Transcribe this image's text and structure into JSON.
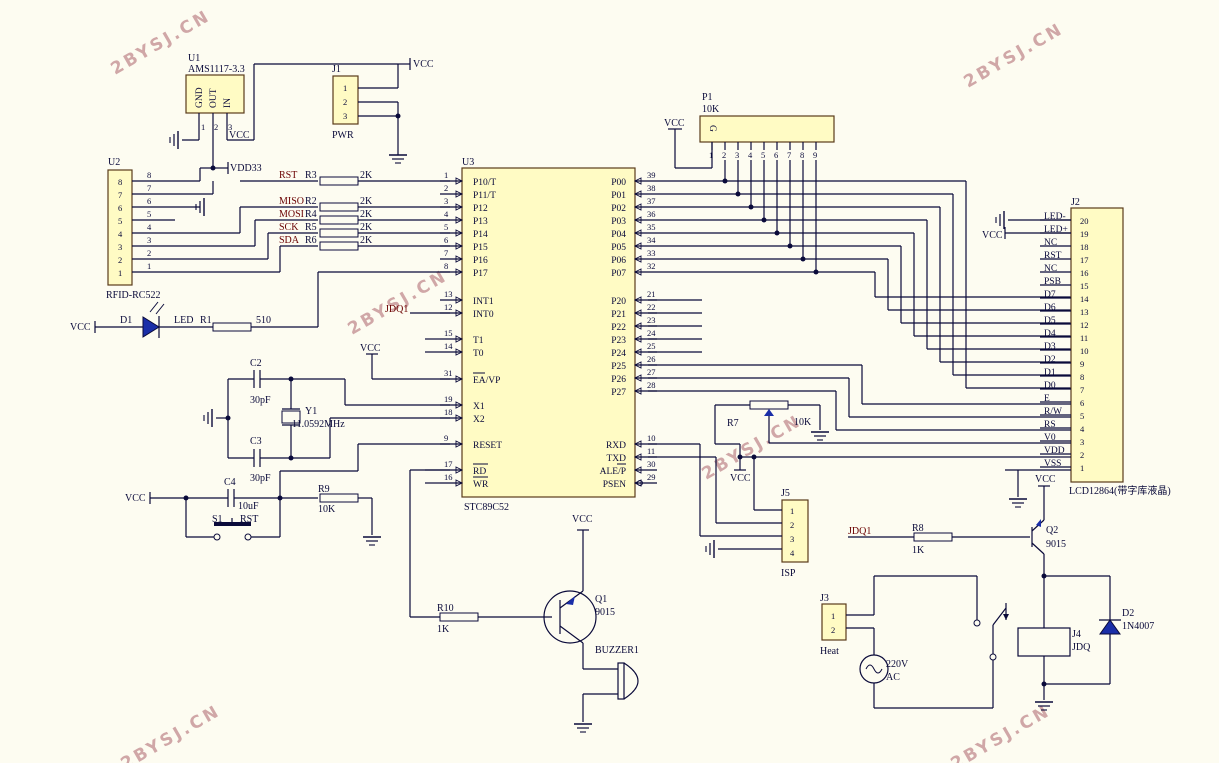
{
  "watermark": "2BYSJ.CN",
  "nets": {
    "vcc": "VCC",
    "vdd33": "VDD33",
    "jdq1": "JDQ1"
  },
  "u1": {
    "ref": "U1",
    "value": "AMS1117-3.3",
    "pins": [
      "GND",
      "OUT",
      "IN"
    ],
    "nums": [
      "1",
      "2",
      "3"
    ]
  },
  "j1": {
    "ref": "J1",
    "value": "PWR",
    "pins": [
      "1",
      "2",
      "3"
    ]
  },
  "u2": {
    "ref": "U2",
    "value": "RFID-RC522",
    "pins": [
      "8",
      "7",
      "6",
      "5",
      "4",
      "3",
      "2",
      "1"
    ]
  },
  "u3": {
    "ref": "U3",
    "value": "STC89C52",
    "left": [
      {
        "n": "1",
        "l": "P10/T"
      },
      {
        "n": "2",
        "l": "P11/T"
      },
      {
        "n": "3",
        "l": "P12"
      },
      {
        "n": "4",
        "l": "P13"
      },
      {
        "n": "5",
        "l": "P14"
      },
      {
        "n": "6",
        "l": "P15"
      },
      {
        "n": "7",
        "l": "P16"
      },
      {
        "n": "8",
        "l": "P17"
      },
      {
        "n": "13",
        "l": "INT1"
      },
      {
        "n": "12",
        "l": "INT0"
      },
      {
        "n": "15",
        "l": "T1"
      },
      {
        "n": "14",
        "l": "T0"
      },
      {
        "n": "31",
        "l": "EA/VP"
      },
      {
        "n": "19",
        "l": "X1"
      },
      {
        "n": "18",
        "l": "X2"
      },
      {
        "n": "9",
        "l": "RESET"
      },
      {
        "n": "17",
        "l": "RD"
      },
      {
        "n": "16",
        "l": "WR"
      }
    ],
    "right": [
      {
        "n": "39",
        "l": "P00"
      },
      {
        "n": "38",
        "l": "P01"
      },
      {
        "n": "37",
        "l": "P02"
      },
      {
        "n": "36",
        "l": "P03"
      },
      {
        "n": "35",
        "l": "P04"
      },
      {
        "n": "34",
        "l": "P05"
      },
      {
        "n": "33",
        "l": "P06"
      },
      {
        "n": "32",
        "l": "P07"
      },
      {
        "n": "21",
        "l": "P20"
      },
      {
        "n": "22",
        "l": "P21"
      },
      {
        "n": "23",
        "l": "P22"
      },
      {
        "n": "24",
        "l": "P23"
      },
      {
        "n": "25",
        "l": "P24"
      },
      {
        "n": "26",
        "l": "P25"
      },
      {
        "n": "27",
        "l": "P26"
      },
      {
        "n": "28",
        "l": "P27"
      },
      {
        "n": "10",
        "l": "RXD"
      },
      {
        "n": "11",
        "l": "TXD"
      },
      {
        "n": "30",
        "l": "ALE/P"
      },
      {
        "n": "29",
        "l": "PSEN"
      }
    ]
  },
  "rfid_nets": [
    "RST",
    "MISO",
    "MOSI",
    "SCK",
    "SDA"
  ],
  "resistors": [
    {
      "ref": "R3",
      "value": "2K"
    },
    {
      "ref": "R2",
      "value": "2K"
    },
    {
      "ref": "R4",
      "value": "2K"
    },
    {
      "ref": "R5",
      "value": "2K"
    },
    {
      "ref": "R6",
      "value": "2K"
    },
    {
      "ref": "R1",
      "value": "510"
    },
    {
      "ref": "R9",
      "value": "10K"
    },
    {
      "ref": "R10",
      "value": "1K"
    },
    {
      "ref": "R8",
      "value": "1K"
    },
    {
      "ref": "R7",
      "value": "10K"
    }
  ],
  "d1": {
    "ref": "D1",
    "value": "LED"
  },
  "c2": {
    "ref": "C2",
    "value": "30pF"
  },
  "c3": {
    "ref": "C3",
    "value": "30pF"
  },
  "c4": {
    "ref": "C4",
    "value": "10uF"
  },
  "y1": {
    "ref": "Y1",
    "value": "11.0592MHz"
  },
  "s1": {
    "ref": "S1",
    "value": "RST"
  },
  "p1": {
    "ref": "P1",
    "value": "10K",
    "g": "G",
    "pins": [
      "1",
      "2",
      "3",
      "4",
      "5",
      "6",
      "7",
      "8",
      "9"
    ]
  },
  "j2": {
    "ref": "J2",
    "value": "LCD12864(带字库液晶)",
    "pins": [
      {
        "n": "20",
        "l": "LED-"
      },
      {
        "n": "19",
        "l": "LED+"
      },
      {
        "n": "18",
        "l": "NC"
      },
      {
        "n": "17",
        "l": "RST"
      },
      {
        "n": "16",
        "l": "NC"
      },
      {
        "n": "15",
        "l": "PSB"
      },
      {
        "n": "14",
        "l": "D7"
      },
      {
        "n": "13",
        "l": "D6"
      },
      {
        "n": "12",
        "l": "D5"
      },
      {
        "n": "11",
        "l": "D4"
      },
      {
        "n": "10",
        "l": "D3"
      },
      {
        "n": "9",
        "l": "D2"
      },
      {
        "n": "8",
        "l": "D1"
      },
      {
        "n": "7",
        "l": "D0"
      },
      {
        "n": "6",
        "l": "E"
      },
      {
        "n": "5",
        "l": "R/W"
      },
      {
        "n": "4",
        "l": "RS"
      },
      {
        "n": "3",
        "l": "V0"
      },
      {
        "n": "2",
        "l": "VDD"
      },
      {
        "n": "1",
        "l": "VSS"
      }
    ]
  },
  "j5": {
    "ref": "J5",
    "value": "ISP",
    "pins": [
      "1",
      "2",
      "3",
      "4"
    ]
  },
  "q1": {
    "ref": "Q1",
    "value": "9015"
  },
  "q2": {
    "ref": "Q2",
    "value": "9015"
  },
  "buzzer": {
    "ref": "BUZZER1"
  },
  "j3": {
    "ref": "J3",
    "value": "Heat",
    "pins": [
      "1",
      "2"
    ]
  },
  "ac": {
    "value": "220V",
    "sub": "AC"
  },
  "j4": {
    "ref": "J4",
    "value": "JDQ"
  },
  "d2": {
    "ref": "D2",
    "value": "1N4007"
  }
}
